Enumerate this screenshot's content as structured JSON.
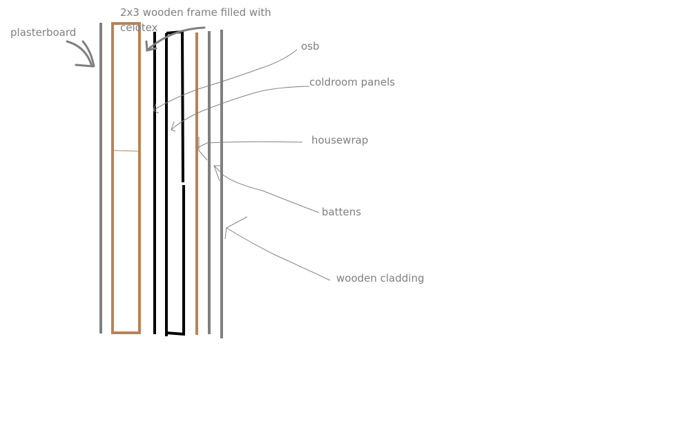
{
  "labels": {
    "frame": "2x3 wooden frame filled with celotex",
    "plasterboard": "plasterboard",
    "osb": "osb",
    "coldroom": "coldroom panels",
    "housewrap": "housewrap",
    "battens": "battens",
    "cladding": "wooden cladding"
  },
  "colors": {
    "gray": "#7f7f7f",
    "brown": "#b5835a",
    "black": "#000000",
    "pointer": "#808080"
  }
}
